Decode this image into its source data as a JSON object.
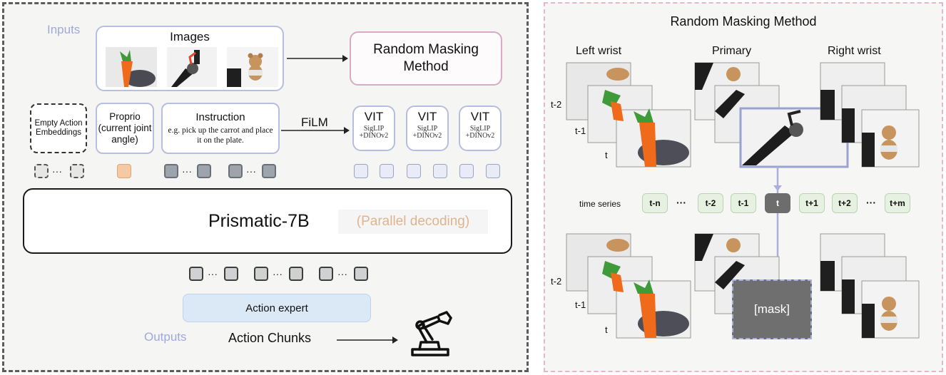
{
  "left": {
    "inputs_label": "Inputs",
    "outputs_label": "Outputs",
    "images_label": "Images",
    "random_masking_box": "Random Masking Method",
    "empty_action_embeddings": "Empty Action Embeddings",
    "proprio": "Proprio (current joint angle)",
    "instruction_title": "Instruction",
    "instruction_example": "e.g. pick up the carrot and place it on the plate.",
    "film_label": "FiLM",
    "vit_blocks": [
      {
        "title": "VIT",
        "sub": "SigLIP +DINOv2"
      },
      {
        "title": "VIT",
        "sub": "SigLIP +DINOv2"
      },
      {
        "title": "VIT",
        "sub": "SigLIP +DINOv2"
      }
    ],
    "model_name": "Prismatic-7B",
    "parallel_decoding": "(Parallel decoding)",
    "action_expert": "Action expert",
    "action_chunks": "Action Chunks",
    "ellipsis": "···"
  },
  "right": {
    "title": "Random Masking Method",
    "columns": [
      "Left wrist",
      "Primary",
      "Right wrist"
    ],
    "time_labels": [
      "t-2",
      "t-1",
      "t"
    ],
    "time_series_label": "time series",
    "time_series": [
      "t-n",
      "···",
      "t-2",
      "t-1",
      "t",
      "t+1",
      "t+2",
      "···",
      "t+m"
    ],
    "mask_label": "[mask]"
  },
  "colors": {
    "inputs_purple": "#9fa8dc",
    "mask_pink": "#d9a9c6",
    "parallel_orange": "#e0b48c",
    "action_expert_blue": "#dbe9f7",
    "timeseries_green": "#e7f1e2"
  }
}
